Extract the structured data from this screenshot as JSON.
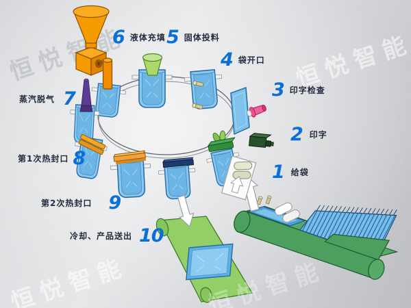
{
  "watermark": {
    "text": "恒悦智能"
  },
  "steps": [
    {
      "num": "1",
      "label": "给袋"
    },
    {
      "num": "2",
      "label": "印字"
    },
    {
      "num": "3",
      "label": "印字检查"
    },
    {
      "num": "4",
      "label": "袋开口"
    },
    {
      "num": "5",
      "label": "固体投料"
    },
    {
      "num": "6",
      "label": "液体充填"
    },
    {
      "num": "7",
      "label": "蒸汽脱气"
    },
    {
      "num": "8",
      "label": "第1次热封口"
    },
    {
      "num": "9",
      "label": "第2次热封口"
    },
    {
      "num": "10",
      "label": "冷却、产品送出"
    }
  ],
  "colors": {
    "step_number": "#0b6fd8",
    "step_label": "#222c3e",
    "pouch_blue": "#7fc2ec",
    "hopper_orange": "#f59b00",
    "solid_funnel_green": "#abd968",
    "steam_nozzle_purple": "#5c3d96",
    "seal_bar_orange": "#f2a13d",
    "seal_bar_navy": "#1e3a6e",
    "infeed_conveyor_green": "#4d9f5f",
    "outfeed_conveyor_green": "#92cf67",
    "inspect_camera_pink": "#ef4d8e",
    "printer_dark_green": "#27532b"
  }
}
